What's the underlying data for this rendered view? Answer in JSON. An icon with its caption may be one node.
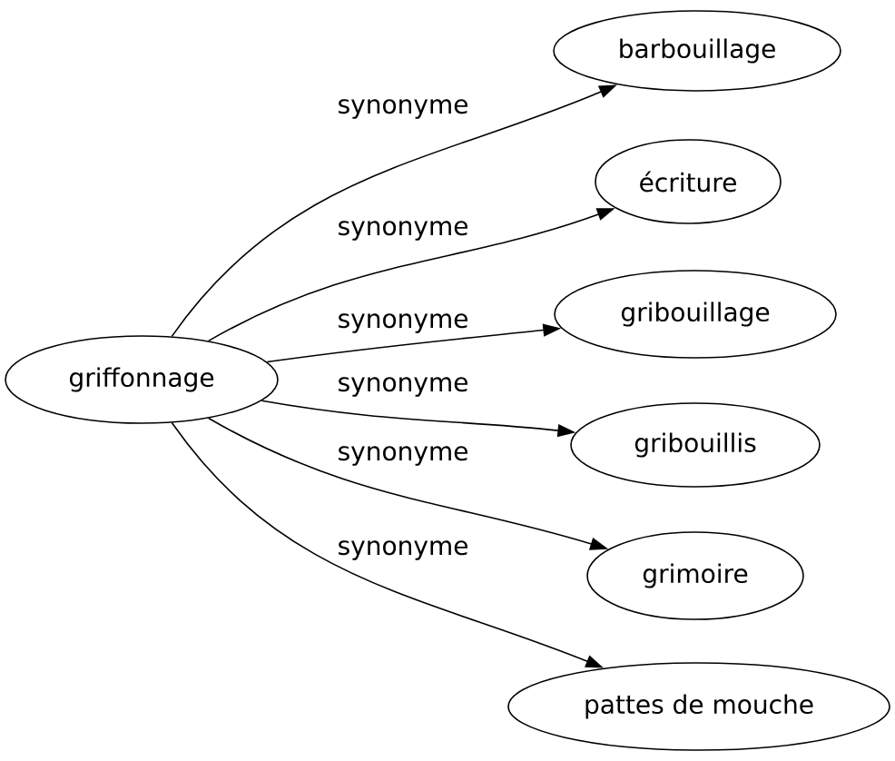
{
  "diagram": {
    "nodes": [
      {
        "text": [
          "griffonnage"
        ]
      },
      {
        "text": [
          "barbouillage"
        ]
      },
      {
        "text": [
          "écriture"
        ]
      },
      {
        "text": [
          "gribouillage"
        ]
      },
      {
        "text": [
          "gribouillis"
        ]
      },
      {
        "text": [
          "grimoire"
        ]
      },
      {
        "text": [
          "pattes de mouche"
        ]
      }
    ],
    "edges": [
      {
        "from": 0,
        "to": 1,
        "arrow": "to",
        "label": "synonyme"
      },
      {
        "from": 0,
        "to": 2,
        "arrow": "to",
        "label": "synonyme"
      },
      {
        "from": 0,
        "to": 3,
        "arrow": "to",
        "label": "synonyme"
      },
      {
        "from": 0,
        "to": 4,
        "arrow": "to",
        "label": "synonyme"
      },
      {
        "from": 0,
        "to": 5,
        "arrow": "to",
        "label": "synonyme"
      },
      {
        "from": 0,
        "to": 6,
        "arrow": "to",
        "label": "synonyme"
      }
    ]
  }
}
